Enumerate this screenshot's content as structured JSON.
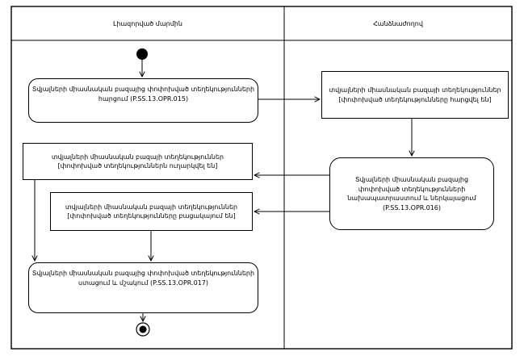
{
  "lanes": [
    {
      "title": "Լիազորված մարմին"
    },
    {
      "title": "Հանձնաժողով"
    }
  ],
  "nodes": {
    "request": {
      "type": "activity",
      "lines": [
        "Տվյալների միասնական բազայից փոփոխված տեղեկությունների",
        "հարցում (P.SS.13.OPR.015)"
      ]
    },
    "info_requested": {
      "type": "object",
      "lines": [
        "տվյալների միասնական բազայի տեղեկություններ",
        "[փոփոխված տեղեկությունները հարցվել են]"
      ]
    },
    "prepare_submit": {
      "type": "activity",
      "lines": [
        "Տվյալների միասնական բազայից",
        "փոփոխված տեղեկությունների",
        "նախապատրաստում և ներկայացում",
        "(P.SS.13.OPR.016)"
      ]
    },
    "info_sent": {
      "type": "object",
      "lines": [
        "տվյալների միասնական բազայի տեղեկություններ",
        "[փոփոխված տեղեկություններն ուղարկվել են]"
      ]
    },
    "info_absent": {
      "type": "object",
      "lines": [
        "տվյալների միասնական բազայի տեղեկություններ",
        "[փոփոխված տեղեկությունները բացակայում են]"
      ]
    },
    "receive_process": {
      "type": "activity",
      "lines": [
        "Տվյալների միասնական բազայից փոփոխված տեղեկությունների",
        "ստացում և մշակում (P.SS.13.OPR.017)"
      ]
    }
  },
  "colors": {
    "line": "#000000",
    "background": "#ffffff"
  }
}
